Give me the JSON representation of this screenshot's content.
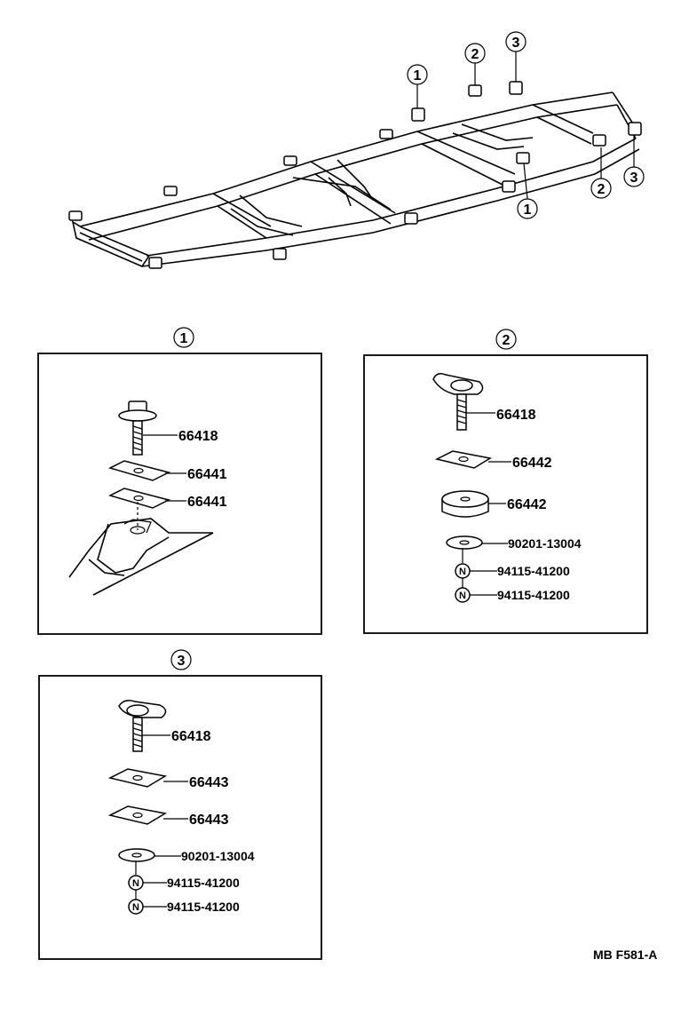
{
  "overview": {
    "callouts": [
      "1",
      "2",
      "3",
      "2",
      "3",
      "1"
    ]
  },
  "panels": [
    {
      "id": "1",
      "parts": [
        "66418",
        "66441",
        "66441"
      ]
    },
    {
      "id": "2",
      "parts": [
        "66418",
        "66442",
        "66442",
        "90201-13004",
        "94115-41200",
        "94115-41200"
      ]
    },
    {
      "id": "3",
      "parts": [
        "66418",
        "66443",
        "66443",
        "90201-13004",
        "94115-41200",
        "94115-41200"
      ]
    }
  ],
  "nut_marker": "N",
  "figure_code": "MB F581-A"
}
